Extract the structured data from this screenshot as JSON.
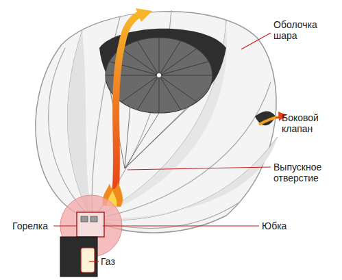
{
  "diagram": {
    "labels": [
      "Оболочка шара",
      "Боковой клапан",
      "Выпускное отверстие",
      "Юбка",
      "Горелка",
      "Газ"
    ]
  }
}
